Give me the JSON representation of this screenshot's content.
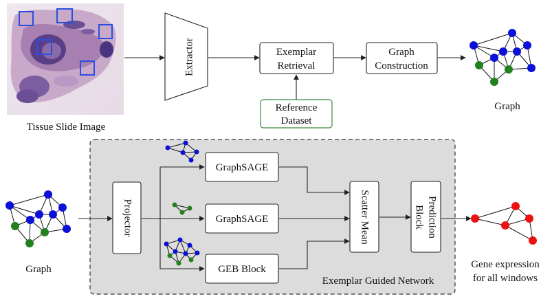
{
  "top_row": {
    "tissue_label": "Tissue Slide Image",
    "extractor_label": "Extractor",
    "exemplar_retrieval_label": [
      "Exemplar",
      "Retrieval"
    ],
    "graph_construction_label": [
      "Graph",
      "Construction"
    ],
    "reference_dataset_label": [
      "Reference",
      "Dataset"
    ],
    "graph_label": "Graph"
  },
  "bottom_row": {
    "input_graph_label": "Graph",
    "projector_label": "Projector",
    "graphsage_top_label": "GraphSAGE",
    "graphsage_mid_label": "GraphSAGE",
    "geb_block_label": "GEB Block",
    "scatter_mean_label": "Scatter Mean",
    "prediction_block_label": [
      "Prediction",
      "Block"
    ],
    "network_label": "Exemplar Guided Network",
    "output_label": [
      "Gene expression",
      "for all windows"
    ]
  },
  "colors": {
    "node_blue": "#0a10d8",
    "node_green": "#23801f",
    "node_red": "#ee1111",
    "reference_border": "#3a8a3a",
    "network_fill": "#dcdcdc",
    "patch_outline": "#2a4fe0"
  }
}
